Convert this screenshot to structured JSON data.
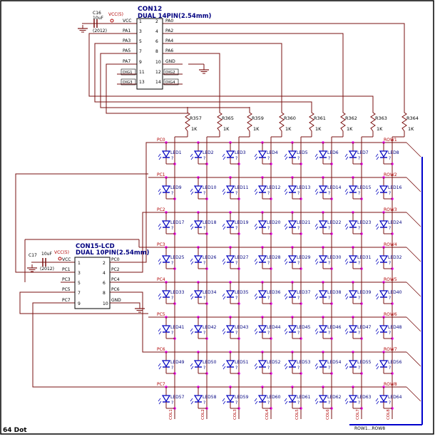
{
  "colors": {
    "wire": "#7a1010",
    "junction": "#e000e0",
    "led": "#0000c0",
    "refdes": "#000080",
    "netlabel": "#b00000",
    "border": "#000000",
    "bus": "#0000cc"
  },
  "con12": {
    "ref": "CON12",
    "desc": "DUAL 14PIN(2.54mm)",
    "left_nets": [
      "VCC",
      "PA1",
      "PA3",
      "PA5",
      "PA7",
      "",
      ""
    ],
    "right_nets": [
      "PA0",
      "PA2",
      "PA4",
      "PA6",
      "GND",
      "",
      ""
    ],
    "left_pins": [
      "1",
      "3",
      "5",
      "7",
      "9",
      "11",
      "13"
    ],
    "right_pins": [
      "2",
      "4",
      "6",
      "8",
      "10",
      "12",
      "14"
    ],
    "inner_left": [
      "DIG1",
      "DIG3"
    ],
    "inner_right": [
      "DIG2",
      "DIG4"
    ]
  },
  "con15": {
    "ref": "CON15-LCD",
    "desc": "DUAL 10PIN(2.54mm)",
    "left_nets": [
      "VCC",
      "PC1",
      "PC3",
      "PC5",
      "PC7"
    ],
    "right_nets": [
      "PC0",
      "PC2",
      "PC4",
      "PC6",
      "GND"
    ],
    "left_pins": [
      "1",
      "3",
      "5",
      "7",
      "9"
    ],
    "right_pins": [
      "2",
      "4",
      "6",
      "8",
      "10"
    ]
  },
  "c16": {
    "ref": "C16",
    "value": "10uF",
    "pkg": "(2012)",
    "vcc": "VCC(5)"
  },
  "c17": {
    "ref": "C17",
    "value": "10uF",
    "pkg": "(2012)",
    "vcc": "VCC(5)"
  },
  "resistors": [
    {
      "ref": "R357",
      "value": "1K"
    },
    {
      "ref": "R365",
      "value": "1K"
    },
    {
      "ref": "R359",
      "value": "1K"
    },
    {
      "ref": "R360",
      "value": "1K"
    },
    {
      "ref": "R361",
      "value": "1K"
    },
    {
      "ref": "R362",
      "value": "1K"
    },
    {
      "ref": "R363",
      "value": "1K"
    },
    {
      "ref": "R364",
      "value": "1K"
    }
  ],
  "pc_labels": [
    "PC0",
    "PC1",
    "PC2",
    "PC3",
    "PC4",
    "PC5",
    "PC6",
    "PC7"
  ],
  "row_labels": [
    "ROW1",
    "ROW2",
    "ROW3",
    "ROW4",
    "ROW5",
    "ROW6",
    "ROW7",
    "ROW8"
  ],
  "col_labels": [
    "COL1",
    "COL2",
    "COL3",
    "COL4",
    "COL5",
    "COL6",
    "COL7",
    "COL8"
  ],
  "led_refs": [
    "LED1",
    "LED2",
    "LED3",
    "LED4",
    "LED5",
    "LED6",
    "LED7",
    "LED8",
    "LED9",
    "LED10",
    "LED11",
    "LED12",
    "LED13",
    "LED14",
    "LED15",
    "LED16",
    "LED17",
    "LED18",
    "LED19",
    "LED20",
    "LED21",
    "LED22",
    "LED23",
    "LED24",
    "LED25",
    "LED26",
    "LED27",
    "LED28",
    "LED29",
    "LED30",
    "LED31",
    "LED32",
    "LED33",
    "LED34",
    "LED35",
    "LED36",
    "LED37",
    "LED38",
    "LED39",
    "LED40",
    "LED41",
    "LED42",
    "LED43",
    "LED44",
    "LED45",
    "LED46",
    "LED47",
    "LED48",
    "LED49",
    "LED50",
    "LED51",
    "LED52",
    "LED53",
    "LED54",
    "LED55",
    "LED56",
    "LED57",
    "LED58",
    "LED59",
    "LED60",
    "LED61",
    "LED62",
    "LED63",
    "LED64"
  ],
  "led_value": "?",
  "bus_label": "ROW1...ROW8",
  "footer": "64 Dot"
}
